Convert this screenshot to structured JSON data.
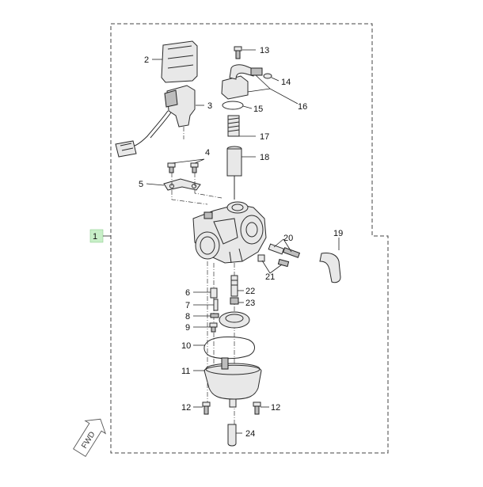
{
  "diagram": {
    "assembly_label": "1",
    "assembly_highlight": "#c8efc8",
    "fwd_label": "FWD",
    "callouts": {
      "c2": "2",
      "c3": "3",
      "c4": "4",
      "c5": "5",
      "c6": "6",
      "c7": "7",
      "c8": "8",
      "c9": "9",
      "c10": "10",
      "c11": "11",
      "c12a": "12",
      "c12b": "12",
      "c13": "13",
      "c14": "14",
      "c15": "15",
      "c16": "16",
      "c17": "17",
      "c18": "18",
      "c19": "19",
      "c20": "20",
      "c21": "21",
      "c22": "22",
      "c23": "23",
      "c24": "24"
    }
  }
}
